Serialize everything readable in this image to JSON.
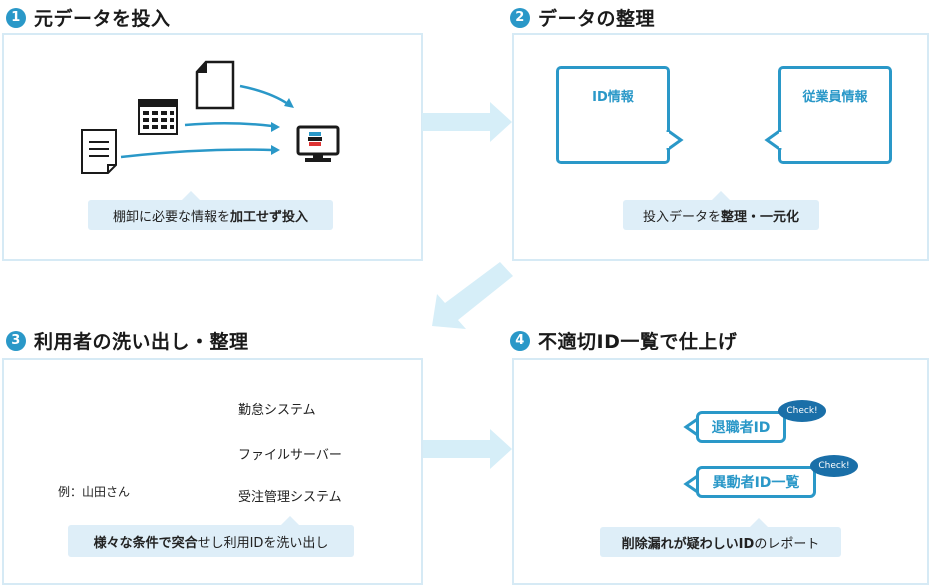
{
  "steps": [
    {
      "number": "1",
      "title": "元データを投入",
      "caption_parts": [
        "棚卸に必要な情報を",
        "加工せず投入"
      ]
    },
    {
      "number": "2",
      "title": "データの整理",
      "id_card_label": "ID情報",
      "employee_card_label": "従業員情報",
      "caption_parts": [
        "投入データを",
        "整理・一元化"
      ]
    },
    {
      "number": "3",
      "title": "利用者の洗い出し・整理",
      "person_label": "例：山田さん",
      "systems": [
        "勤怠システム",
        "ファイルサーバー",
        "受注管理システム"
      ],
      "caption_parts": [
        "様々な条件で突合",
        "せし利用IDを洗い出し"
      ]
    },
    {
      "number": "4",
      "title": "不適切ID一覧で仕上げ",
      "retired_id_label": "退職者ID",
      "transferred_id_label": "異動者ID一覧",
      "check_label": "Check!",
      "caption_parts": [
        "削除漏れが疑わしいID",
        "のレポート"
      ]
    }
  ],
  "colors": {
    "accent": "#2a98c8",
    "panel_border": "#d6eaf5",
    "caption_bg": "#deeef8",
    "flow_arrow": "#d6eef8",
    "check_badge": "#1a6fa8",
    "sparkle": "#f5e000"
  }
}
